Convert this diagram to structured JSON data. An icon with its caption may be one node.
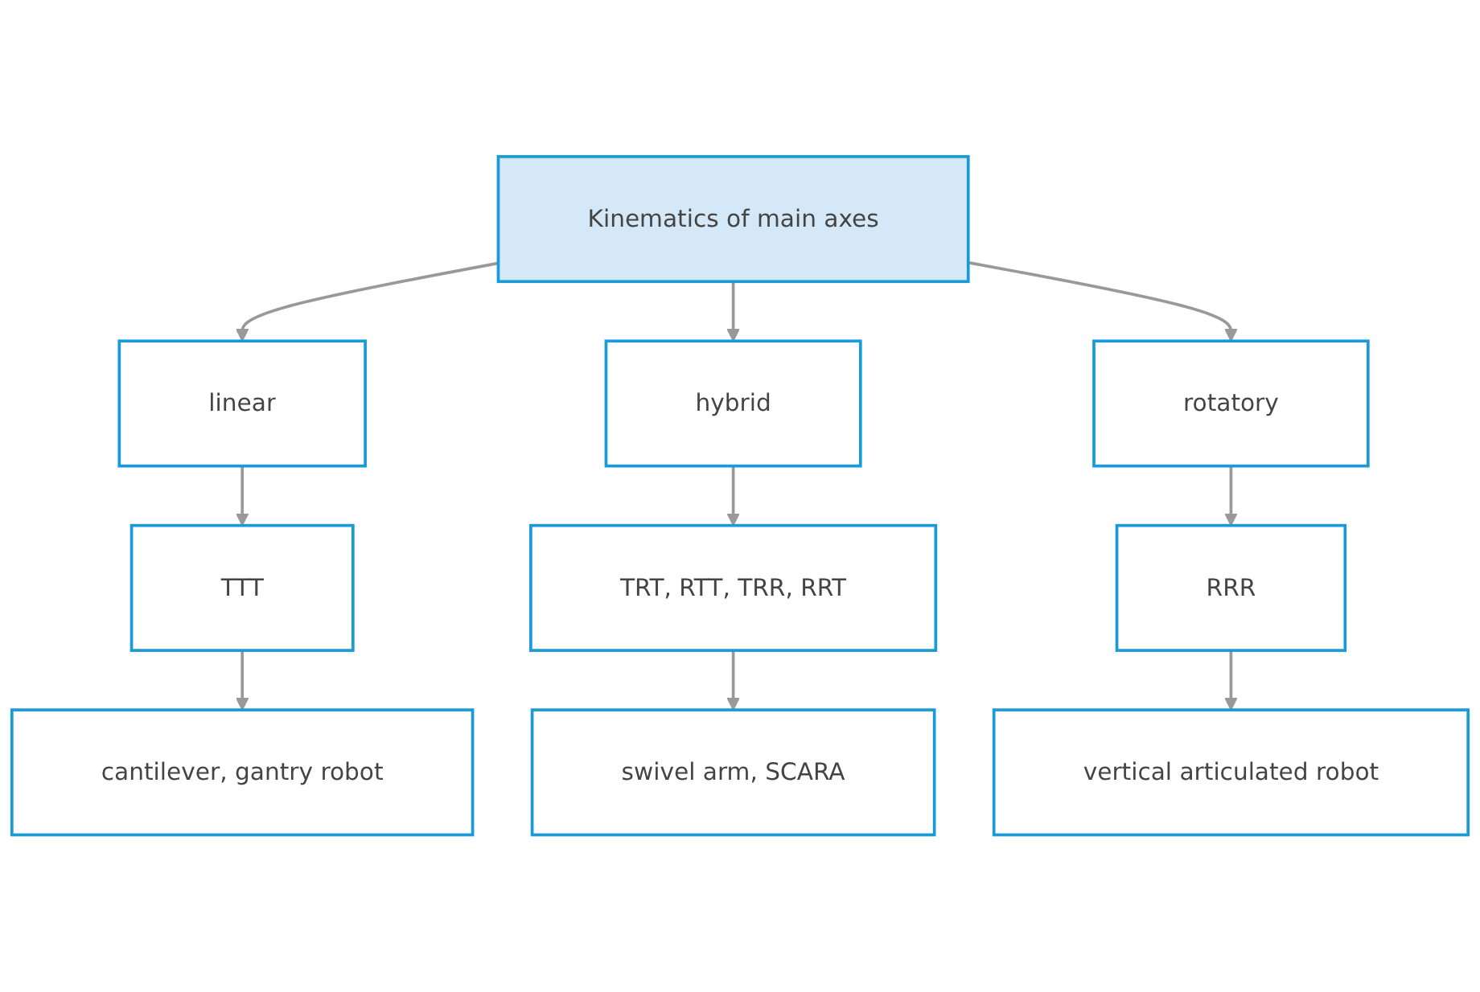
{
  "diagram": {
    "nodes": [
      {
        "text": [
          "Kinematics of main axes"
        ]
      },
      {
        "text": [
          "linear"
        ]
      },
      {
        "text": [
          "hybrid"
        ]
      },
      {
        "text": [
          "rotatory"
        ]
      },
      {
        "text": [
          "TTT"
        ]
      },
      {
        "text": [
          "TRT, RTT, TRR, RRT"
        ]
      },
      {
        "text": [
          "RRR"
        ]
      },
      {
        "text": [
          "cantilever, gantry robot"
        ]
      },
      {
        "text": [
          "swivel arm, SCARA"
        ]
      },
      {
        "text": [
          "vertical articulated robot"
        ]
      }
    ],
    "edges": [
      {
        "from": 0,
        "to": 1,
        "arrow": "to"
      },
      {
        "from": 0,
        "to": 2,
        "arrow": "to"
      },
      {
        "from": 0,
        "to": 3,
        "arrow": "to"
      },
      {
        "from": 1,
        "to": 4,
        "arrow": "to"
      },
      {
        "from": 2,
        "to": 5,
        "arrow": "to"
      },
      {
        "from": 3,
        "to": 6,
        "arrow": "to"
      },
      {
        "from": 4,
        "to": 7,
        "arrow": "to"
      },
      {
        "from": 5,
        "to": 8,
        "arrow": "to"
      },
      {
        "from": 6,
        "to": 9,
        "arrow": "to"
      }
    ]
  }
}
